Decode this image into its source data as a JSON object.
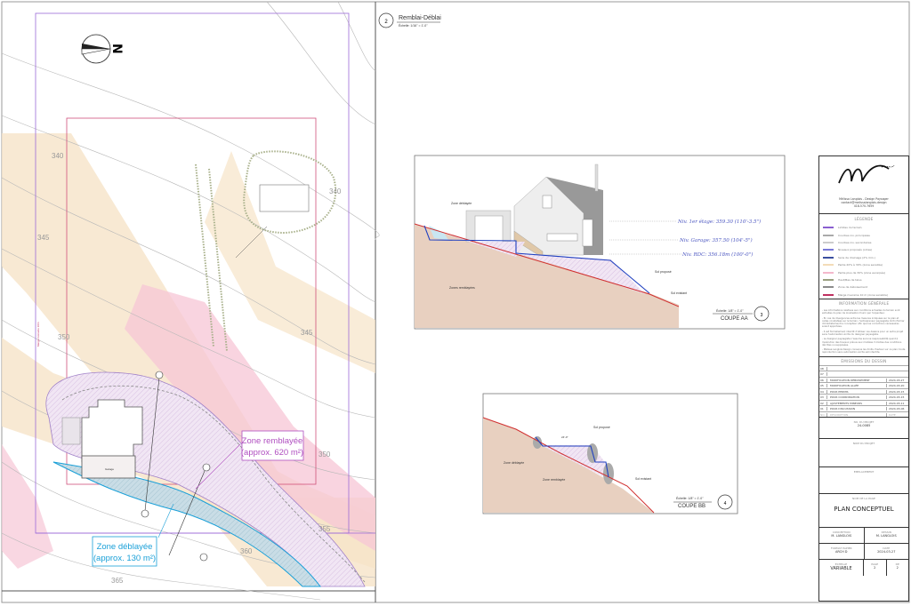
{
  "plan": {
    "north_label": "N",
    "contours": [
      "340",
      "345",
      "345",
      "350",
      "350",
      "355",
      "360",
      "365",
      "340"
    ],
    "zone_remblayee": {
      "title": "Zone remblayée",
      "area": "(approx. 620 m²)",
      "color": "#b04fc0"
    },
    "zone_deblayee": {
      "title": "Zone déblayée",
      "area": "(approx. 130 m²)",
      "color": "#1aa0d8"
    },
    "labels": {
      "garage": "Garage",
      "margin": "Marge riveraine 10m"
    }
  },
  "detail2": {
    "number": "2",
    "title": "Remblai-Déblai",
    "scale": "Échelle: 1/16\" = 1'-0\""
  },
  "section_aa": {
    "number": "3",
    "title": "COUPE AA",
    "scale": "Échelle: 1/8\" = 1'-0\"",
    "levels": [
      "Niv. 1er étage: 359.30 (110'-3.5\")",
      "Niv. Garage: 357.50 (104'-5\")",
      "Niv. RDC: 356.18m (100'-0\")"
    ],
    "zone_deblayee": "Zone déblayée",
    "zones_remblayees": "Zones remblayées",
    "sol_propose": "Sol proposé",
    "sol_existant": "Sol existant"
  },
  "section_bb": {
    "number": "4",
    "title": "COUPE BB",
    "scale": "Échelle: 1/8\" = 1'-0\"",
    "dimension": "24'-0\"",
    "zone_deblayee": "Zone déblayée",
    "zone_remblayee": "Zone remblayée",
    "sol_propose": "Sol proposé",
    "sol_existant": "Sol existant"
  },
  "titleblock": {
    "company": "Mélissa Langlois - Design Paysager",
    "email": "contact@melissalanglois.design",
    "phone": "418-570-7659",
    "legend_title": "LÉGENDE",
    "legend": [
      {
        "label": "Limites du terrain",
        "color": "#8a5fd0"
      },
      {
        "label": "Courbes niv. principales",
        "color": "#aaaaaa"
      },
      {
        "label": "Courbes niv. secondaires",
        "color": "#cccccc"
      },
      {
        "label": "Niveaux proposés (cotes)",
        "color": "#7a7ad8"
      },
      {
        "label": "Sens de drainage (2% min.)",
        "color": "#3a4fa0"
      },
      {
        "label": "Pente 20% à 30% (zone sensible)",
        "color": "#f3dcb8"
      },
      {
        "label": "Pente plus de 30% (zone escarpée)",
        "color": "#f4b8cc"
      },
      {
        "label": "Haut/Bas de talus",
        "color": "#9aa080"
      },
      {
        "label": "Zone de déboisement",
        "color": "#8c8c8c"
      },
      {
        "label": "Marge riveraine 10 m (zone sensible)",
        "color": "#c03060"
      }
    ],
    "info_title": "INFORMATION GÉNÉRALE",
    "info": [
      "- Les informations relatives aux conditions actuelles du terrain sont extraites du plan de localisation fourni par l'arpenteur.",
      "- En cas de divergences entre les mesures indiquées sur le plan et celles constatées sur le terrain, l'entrepreneur paysagiste doit informer immédiatement le concepteur afin que les corrections nécessaires soient apportées.",
      "- Il est formellement interdit d'utiliser ces dessins pour un autre projet sans l'autorisation écrite du designer paysagiste.",
      "- Le designer paysagiste n'assume aucune responsabilité quant à l'exécution des travaux prévus aux modèles 3 mètres des conditions décrites ou supposées.",
      "- Mélissa Langlois Design conserve les droits d'auteur sur ce plan; toute reproduction sans autorisation écrite est interdite."
    ],
    "emissions_title": "ÉMISSIONS DU DESSIN",
    "emissions": [
      {
        "no": "08",
        "desc": "",
        "date": ""
      },
      {
        "no": "07",
        "desc": "",
        "date": ""
      },
      {
        "no": "06",
        "desc": "MODIFICATION DÉBOISEMENT",
        "date": "2024-03-27"
      },
      {
        "no": "05",
        "desc": "MODIFICATION ALLÉE",
        "date": "2024-03-20"
      },
      {
        "no": "04",
        "desc": "POUR PERMIS",
        "date": "2024-03-15"
      },
      {
        "no": "03",
        "desc": "POUR COORDINATION",
        "date": "2024-03-15"
      },
      {
        "no": "02",
        "desc": "AJUSTEMENTS MINEURS",
        "date": "2024-03-11"
      },
      {
        "no": "01",
        "desc": "POUR DISCUSSION",
        "date": "2024-03-06"
      }
    ],
    "emissions_header": {
      "no": "NO.",
      "desc": "DESCRIPTION",
      "date": "DATE"
    },
    "project_no_label": "NO. DU PROJET",
    "project_no": "24-0085",
    "project_name_label": "NOM DU PROJET",
    "location_label": "EMPLACEMENT",
    "page_name_label": "NOM DE LA PAGE",
    "page_name": "PLAN CONCEPTUEL",
    "conception_label": "CONCEPTION",
    "conception": "M. LANGLOIS",
    "dessin_label": "DESSIN",
    "dessin": "M. LANGLOIS",
    "format_label": "FORMAT PAPIER",
    "format": "ARCH D",
    "date_label": "DATE",
    "date": "2024-03-27",
    "scale_label": "ÉCHELLE",
    "scale": "VARIABLE",
    "page_label": "PAGE",
    "page": "2",
    "of_label": "DE",
    "of": "2"
  }
}
